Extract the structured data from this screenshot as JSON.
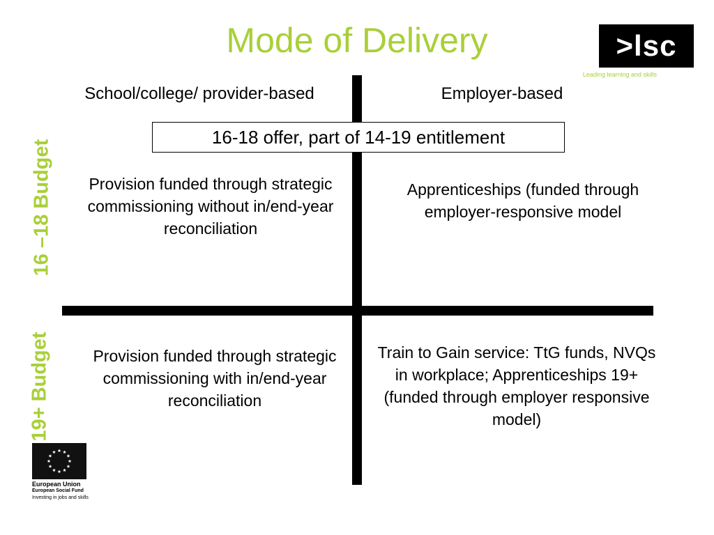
{
  "title": "Mode of Delivery",
  "logo": {
    "brand": ">lsc",
    "tagline": "Leading learning and skills"
  },
  "columns": {
    "left": "School/college/ provider-based",
    "right": "Employer-based"
  },
  "offer_box": "16-18 offer, part of 14-19 entitlement",
  "rows": {
    "top": "16 –18 Budget",
    "bottom": "19+ Budget"
  },
  "quadrants": {
    "top_left": "Provision funded through strategic commissioning without in/end-year reconciliation",
    "top_right": "Apprenticeships (funded through employer-responsive model",
    "bottom_left": "Provision funded through strategic commissioning with in/end-year reconciliation",
    "bottom_right": "Train to Gain service: TtG funds, NVQs in workplace; Apprenticeships 19+ (funded through employer responsive model)"
  },
  "eu_logo": {
    "name": "European Union",
    "fund": "European Social Fund",
    "slogan": "Investing in jobs and skills"
  },
  "colors": {
    "accent_green": "#a9cf38",
    "eu_star": "#ffffff"
  }
}
